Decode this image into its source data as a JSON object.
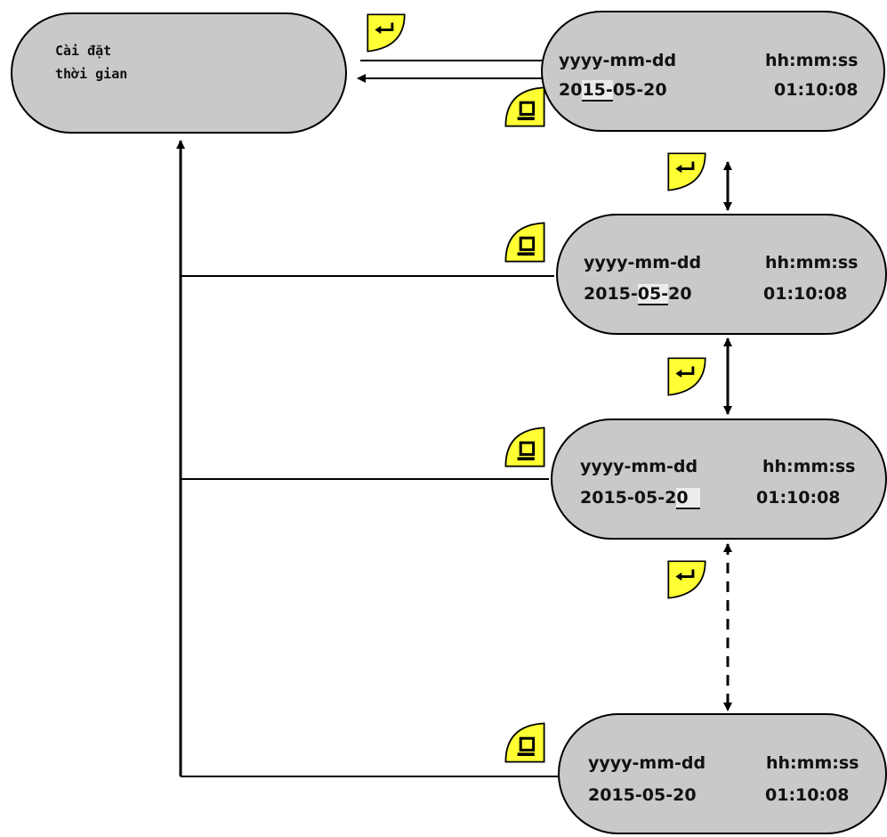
{
  "menu": {
    "line1": "Cài đặt",
    "line2": "thời gian"
  },
  "screens": [
    {
      "header_date": "yyyy-mm-dd",
      "header_time": "hh:mm:ss",
      "date_before": "20",
      "date_sel": "15-",
      "date_after": "05-20",
      "time": "01:10:08"
    },
    {
      "header_date": "yyyy-mm-dd",
      "header_time": "hh:mm:ss",
      "date_before": "2015-",
      "date_sel": "05-",
      "date_after": "20",
      "time": "01:10:08"
    },
    {
      "header_date": "yyyy-mm-dd",
      "header_time": "hh:mm:ss",
      "date_before": "2015-05-2",
      "date_sel": "0  ",
      "date_after": "",
      "time": "01:10:08"
    },
    {
      "header_date": "yyyy-mm-dd",
      "header_time": "hh:mm:ss",
      "date_before": "2015-05-20",
      "date_sel": "",
      "date_after": "",
      "time": "01:10:08"
    }
  ],
  "keys": {
    "enter": "enter-key-icon",
    "escape": "escape-key-icon"
  },
  "colors": {
    "box_fill": "#c9c9c9",
    "key_fill": "#ffff33",
    "line": "#000000"
  }
}
